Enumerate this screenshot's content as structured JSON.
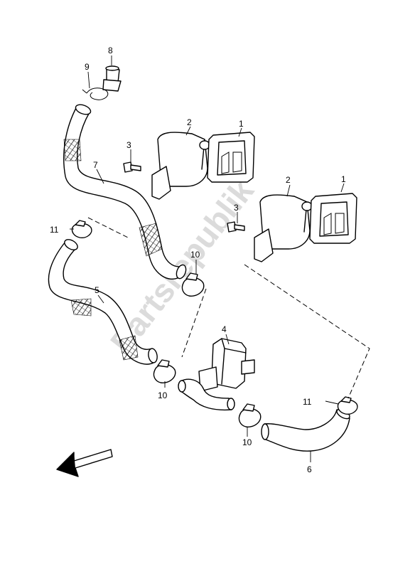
{
  "watermark": "Partsrepublik",
  "callouts": {
    "c1a": "1",
    "c1b": "1",
    "c2a": "2",
    "c2b": "2",
    "c3a": "3",
    "c3b": "3",
    "c4": "4",
    "c5": "5",
    "c6": "6",
    "c7": "7",
    "c8": "8",
    "c9": "9",
    "c10a": "10",
    "c10b": "10",
    "c10c": "10",
    "c11a": "11",
    "c11b": "11"
  },
  "icons": {
    "direction_arrow": "front-direction-arrow-icon"
  }
}
